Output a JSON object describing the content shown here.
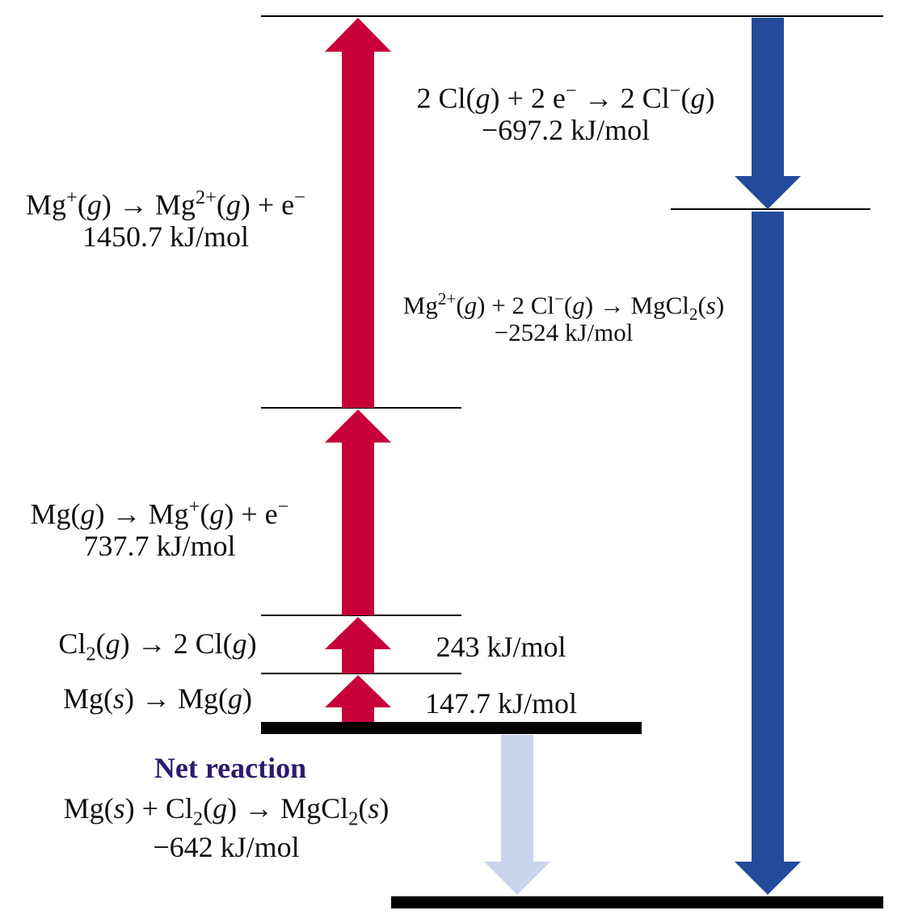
{
  "colors": {
    "ionization_arrow": "#c8003a",
    "chlorine_arrow": "#244a9b",
    "net_arrow": "#c9d3ec",
    "net_title": "#2d1a6e",
    "level_line": "#000000"
  },
  "steps": {
    "mg_sublimation": {
      "equation": "Mg(s) → Mg(g)",
      "energy": "147.7 kJ/mol"
    },
    "cl2_dissociation": {
      "equation": "Cl2(g) → 2 Cl(g)",
      "energy": "243 kJ/mol"
    },
    "first_ionization": {
      "equation": "Mg(g) → Mg+(g) + e−",
      "energy": "737.7 kJ/mol"
    },
    "second_ionization": {
      "equation": "Mg+(g) → Mg2+(g) + e−",
      "energy": "1450.7 kJ/mol"
    },
    "electron_affinity": {
      "equation": "2 Cl(g) + 2 e− → 2 Cl−(g)",
      "energy": "−697.2 kJ/mol"
    },
    "lattice_formation": {
      "equation": "Mg2+(g) + 2 Cl−(g) → MgCl2(s)",
      "energy": "−2524 kJ/mol"
    }
  },
  "net_reaction": {
    "title": "Net reaction",
    "equation": "Mg(s) + Cl2(g) → MgCl2(s)",
    "energy": "−642 kJ/mol"
  }
}
